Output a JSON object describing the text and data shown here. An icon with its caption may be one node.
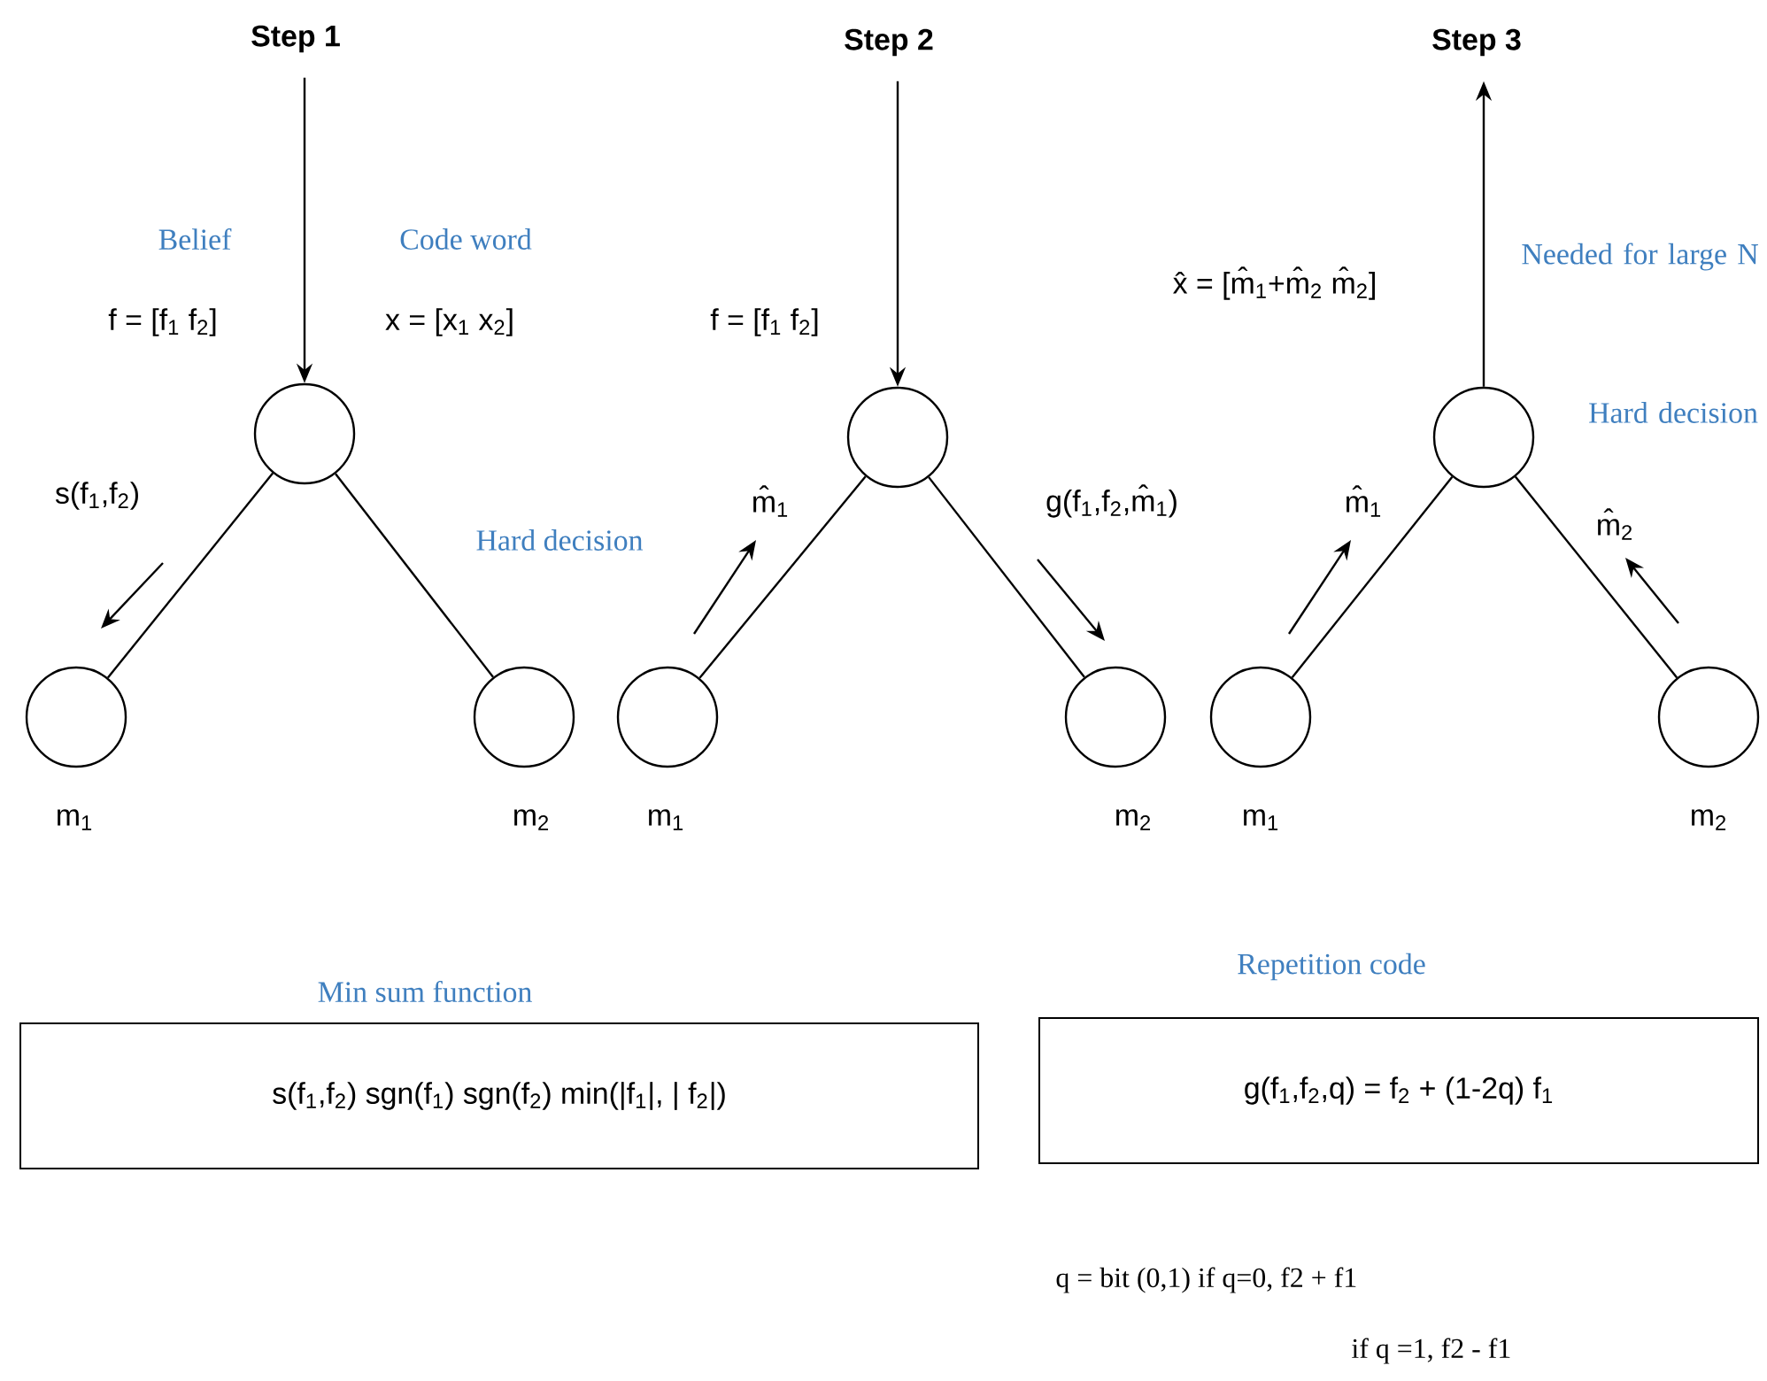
{
  "diagram": {
    "nodes": [
      {
        "text": [
          "Step 1"
        ]
      },
      {
        "text": [],
        "shape": "circle"
      },
      {
        "text": [],
        "shape": "circle",
        "beside": [
          "m$_{1}$"
        ]
      },
      {
        "text": [],
        "shape": "circle",
        "beside": [
          "m$_{2}$"
        ]
      },
      {
        "text": [
          "Step 2"
        ]
      },
      {
        "text": [],
        "shape": "circle"
      },
      {
        "text": [],
        "shape": "circle",
        "beside": [
          "m$_{1}$"
        ]
      },
      {
        "text": [],
        "shape": "circle",
        "beside": [
          "m$_{2}$"
        ]
      },
      {
        "text": [
          "Step 3"
        ]
      },
      {
        "text": [],
        "shape": "circle"
      },
      {
        "text": [],
        "shape": "circle",
        "beside": [
          "m$_{1}$"
        ]
      },
      {
        "text": [],
        "shape": "circle",
        "beside": [
          "m$_{2}$"
        ]
      },
      {
        "text": [
          "Min sum function",
          "s(f$_{1}$,f$_{2}$) sgn(f$_{1}$) sgn(f$_{2}$) min(|f$_{1}$|, | f$_{2}$|)"
        ]
      },
      {
        "text": [
          "Repetition code",
          "g(f$_{1}$,f$_{2}$,q) = f$_{2}$ + (1-2q) f$_{1}$"
        ]
      }
    ],
    "edges": [
      {
        "from": 0,
        "to": 1,
        "arrow": "to"
      },
      {
        "from": 1,
        "to": 2,
        "arrow": "none"
      },
      {
        "from": 1,
        "to": 3,
        "arrow": "none"
      },
      {
        "from": 4,
        "to": 5,
        "arrow": "to"
      },
      {
        "from": 5,
        "to": 6,
        "arrow": "none"
      },
      {
        "from": 5,
        "to": 7,
        "arrow": "none"
      },
      {
        "from": 9,
        "to": 8,
        "arrow": "to"
      },
      {
        "from": 9,
        "to": 10,
        "arrow": "none"
      },
      {
        "from": 9,
        "to": 11,
        "arrow": "none"
      }
    ],
    "labels": [
      "Belief",
      "Code word",
      "f = [f$_{1}$ f$_{2}$]",
      "x = [x$_{1}$ x$_{2}$]",
      "s(f$_{1}$,f$_{2}$)",
      "Hard decision",
      "f = [f$_{1}$ f$_{2}$]",
      "m̂$_{1}$",
      "g(f$_{1}$,f$_{2}$,m̂$_{1}$)",
      "x̂ = [m̂$_{1}$+m̂$_{2}$ m̂$_{2}$]",
      "Needed for large N",
      "Hard decision",
      "m̂$_{1}$",
      "m̂$_{2}$",
      "q = bit (0,1) if q=0,  f2 + f1",
      "if q =1, f2 - f1"
    ]
  }
}
